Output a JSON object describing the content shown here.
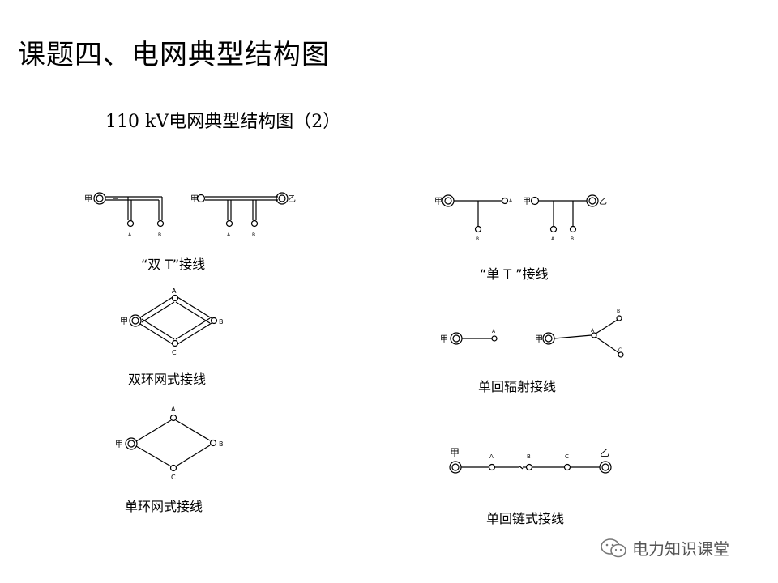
{
  "title": "课题四、电网典型结构图",
  "subtitle": "110 kV电网典型结构图（2）",
  "captions": {
    "double_t": "“双 T”接线",
    "single_t": "“单 T ”接线",
    "double_ring": "双环网式接线",
    "single_radial": "单回辐射接线",
    "single_ring": "单环网式接线",
    "single_chain": "单回链式接线"
  },
  "node_labels": {
    "jia": "甲",
    "yi": "乙",
    "a": "A",
    "b": "B",
    "c": "C"
  },
  "watermark": {
    "text": "电力知识课堂",
    "icon": "wechat-icon"
  }
}
